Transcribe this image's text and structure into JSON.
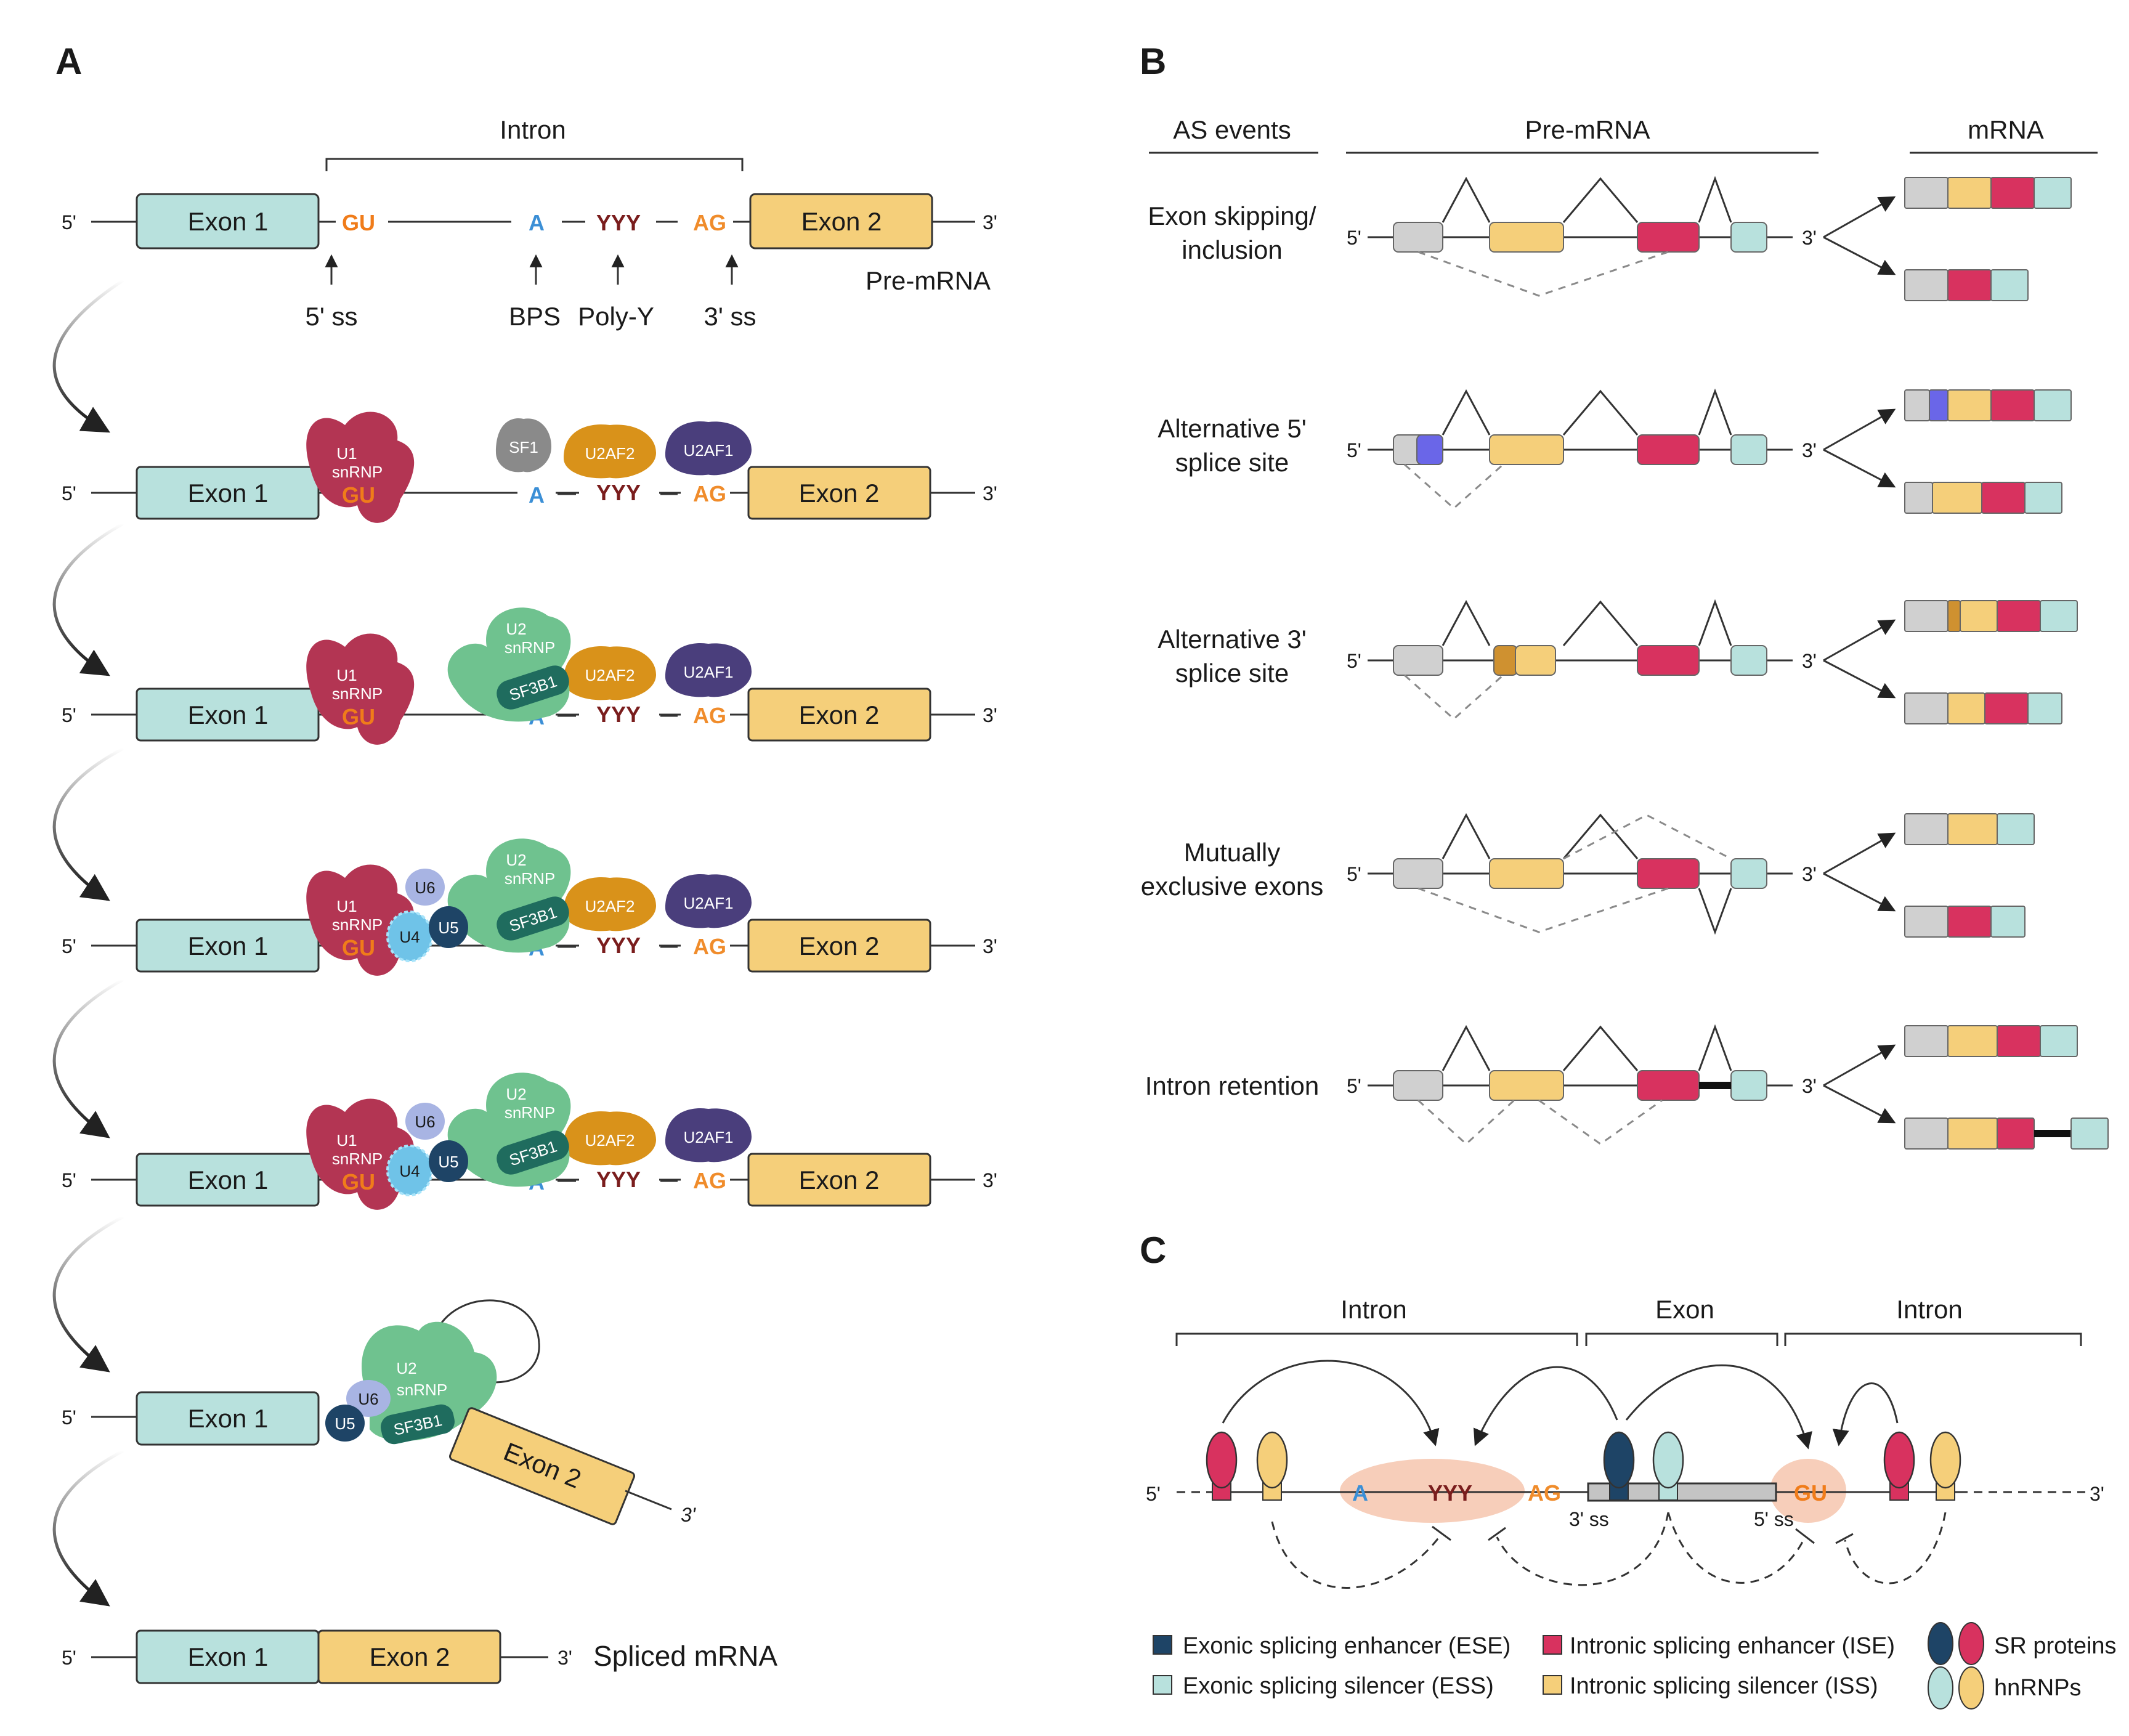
{
  "panels": {
    "a": "A",
    "b": "B",
    "c": "C"
  },
  "colors": {
    "exon1": "#b8e1dd",
    "exon2": "#f5cf7a",
    "gray_exon": "#d0d0d0",
    "red_exon": "#d8325f",
    "purple_site": "#6a66e8",
    "dark_orange": "#cf9130",
    "u1": "#b33553",
    "sf1": "#8a8a8a",
    "u2af2": "#d9921a",
    "u2af1": "#4a3e7c",
    "u2": "#6fc28f",
    "sf3b1": "#1f6c5e",
    "u6": "#a8b4e3",
    "u4": "#6fc3e8",
    "u5": "#1e4466",
    "halo": "#f6c5ae"
  },
  "panelA": {
    "intron_label": "Intron",
    "five_prime": "5'",
    "three_prime": "3'",
    "exon1": "Exon 1",
    "exon2": "Exon 2",
    "gu": "GU",
    "a": "A",
    "yyy": "YYY",
    "ag": "AG",
    "pre_mrna": "Pre-mRNA",
    "site_labels": [
      "5' ss",
      "BPS",
      "Poly-Y",
      "3' ss"
    ],
    "spliced_mrna": "Spliced mRNA",
    "proteins": {
      "u1": [
        "U1",
        "snRNP"
      ],
      "sf1": "SF1",
      "u2af2": "U2AF2",
      "u2af1": "U2AF1",
      "u2": [
        "U2",
        "snRNP"
      ],
      "sf3b1": "SF3B1",
      "u6": "U6",
      "u4": "U4",
      "u5": "U5"
    }
  },
  "panelB": {
    "headers": [
      "AS events",
      "Pre-mRNA",
      "mRNA"
    ],
    "five_prime": "5'",
    "three_prime": "3'",
    "events": [
      [
        "Exon skipping/",
        "inclusion"
      ],
      [
        "Alternative 5'",
        "splice site"
      ],
      [
        "Alternative 3'",
        "splice site"
      ],
      [
        "Mutually",
        "exclusive exons"
      ],
      [
        "Intron retention"
      ]
    ]
  },
  "panelC": {
    "regions": [
      "Intron",
      "Exon",
      "Intron"
    ],
    "five_prime": "5'",
    "three_prime": "3'",
    "a": "A",
    "yyy": "YYY",
    "ag": "AG",
    "gu": "GU",
    "ss3": "3' ss",
    "ss5": "5' ss",
    "legend": {
      "ese": "Exonic splicing enhancer (ESE)",
      "ess": "Exonic splicing silencer (ESS)",
      "ise": "Intronic splicing enhancer (ISE)",
      "iss": "Intronic splicing silencer (ISS)",
      "sr": "SR proteins",
      "hnrnp": "hnRNPs"
    }
  }
}
